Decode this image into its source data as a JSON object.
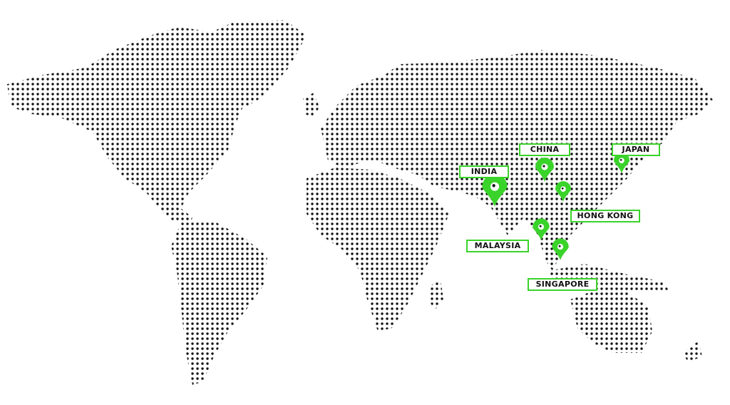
{
  "map": {
    "accent_color": "#3ad32a",
    "dot_color": "#111111",
    "markers": [
      {
        "id": "india",
        "label": "INDIA"
      },
      {
        "id": "china",
        "label": "CHINA"
      },
      {
        "id": "japan",
        "label": "JAPAN"
      },
      {
        "id": "hong-kong",
        "label": "HONG KONG"
      },
      {
        "id": "malaysia",
        "label": "MALAYSIA"
      },
      {
        "id": "singapore",
        "label": "SINGAPORE"
      }
    ]
  }
}
